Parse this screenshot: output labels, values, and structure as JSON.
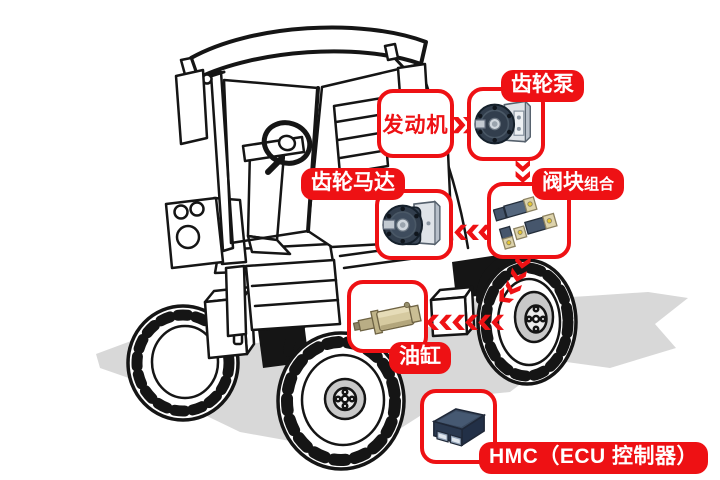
{
  "diagram": {
    "title_hidden": "",
    "colors": {
      "accent_red": "#ee1114",
      "line_black": "#151515",
      "shadow_gray": "#d8d8d8"
    },
    "callouts": {
      "engine": {
        "label": "发动机"
      },
      "gear_pump": {
        "label": "齿轮泵",
        "icon": "gear-pump-icon"
      },
      "valve_block": {
        "label_big": "阀块",
        "label_small": "组合",
        "icon": "valve-block-icon"
      },
      "gear_motor": {
        "label": "齿轮马达",
        "icon": "gear-motor-icon"
      },
      "cylinder": {
        "label": "油缸",
        "icon": "cylinder-icon"
      },
      "ecu": {
        "label": "HMC（ECU 控制器）",
        "icon": "ecu-icon"
      }
    }
  }
}
